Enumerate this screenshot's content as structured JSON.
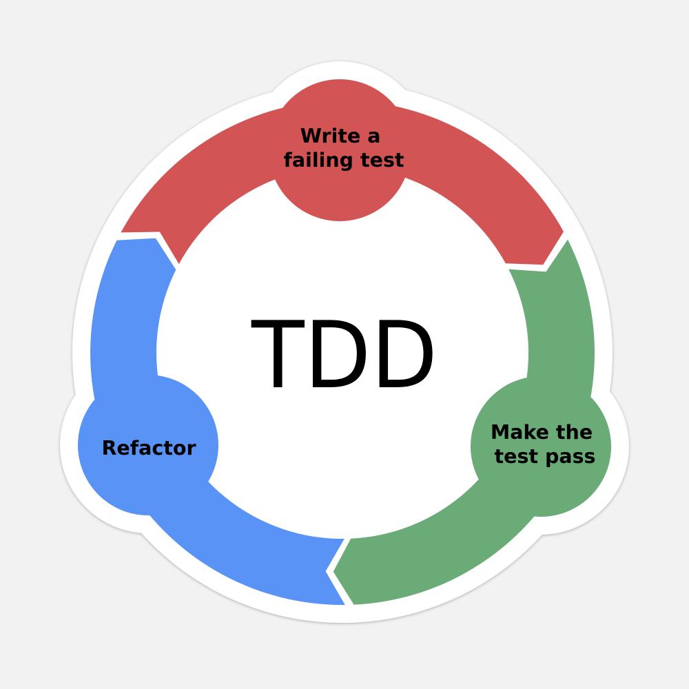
{
  "diagram": {
    "title": "TDD",
    "flow_direction": "clockwise",
    "background_color": "#f2f2f2",
    "sticker_border_color": "#ffffff",
    "inner_color": "#ffffff",
    "steps": [
      {
        "id": "write-failing-test",
        "lines": [
          "Write a",
          "failing test"
        ],
        "color": "#d35454",
        "next": "make-test-pass"
      },
      {
        "id": "make-test-pass",
        "lines": [
          "Make the",
          "test pass"
        ],
        "color": "#6aab77",
        "next": "refactor"
      },
      {
        "id": "refactor",
        "lines": [
          "Refactor"
        ],
        "color": "#5893f5",
        "next": "write-failing-test"
      }
    ]
  }
}
